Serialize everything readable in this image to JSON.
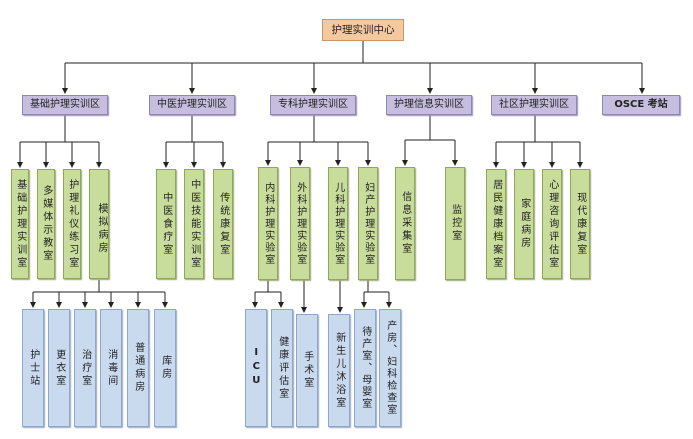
{
  "root": "护理实训中心",
  "zones": [
    "基础护理实训区",
    "中医护理实训区",
    "专科护理实训区",
    "护理信息实训区",
    "社区护理实训区",
    "OSCE 考站"
  ],
  "basic": [
    "基础护理实训室",
    "多媒体示教室",
    "护理礼仪练习室",
    "模拟病房"
  ],
  "ward_rooms": [
    "护士站",
    "更衣室",
    "治疗室",
    "消毒间",
    "普通病房",
    "库房"
  ],
  "tcm": [
    "中医食疗室",
    "中医技能实训室",
    "传统康复室"
  ],
  "specialty": [
    "内科护理实验室",
    "外科护理实验室",
    "儿科护理实验室",
    "妇产护理实验室"
  ],
  "internal_rooms": [
    "ICU",
    "健康评估室"
  ],
  "surgery_rooms": [
    "手术室"
  ],
  "pediatric_rooms": [
    "新生儿沐浴室"
  ],
  "obstetric_rooms": [
    "待产室、母婴室",
    "产房、妇科检查室"
  ],
  "info": [
    "信息采集室",
    "监控室"
  ],
  "community": [
    "居民健康档案室",
    "家庭病房",
    "心理咨询评估室",
    "现代康复室"
  ]
}
